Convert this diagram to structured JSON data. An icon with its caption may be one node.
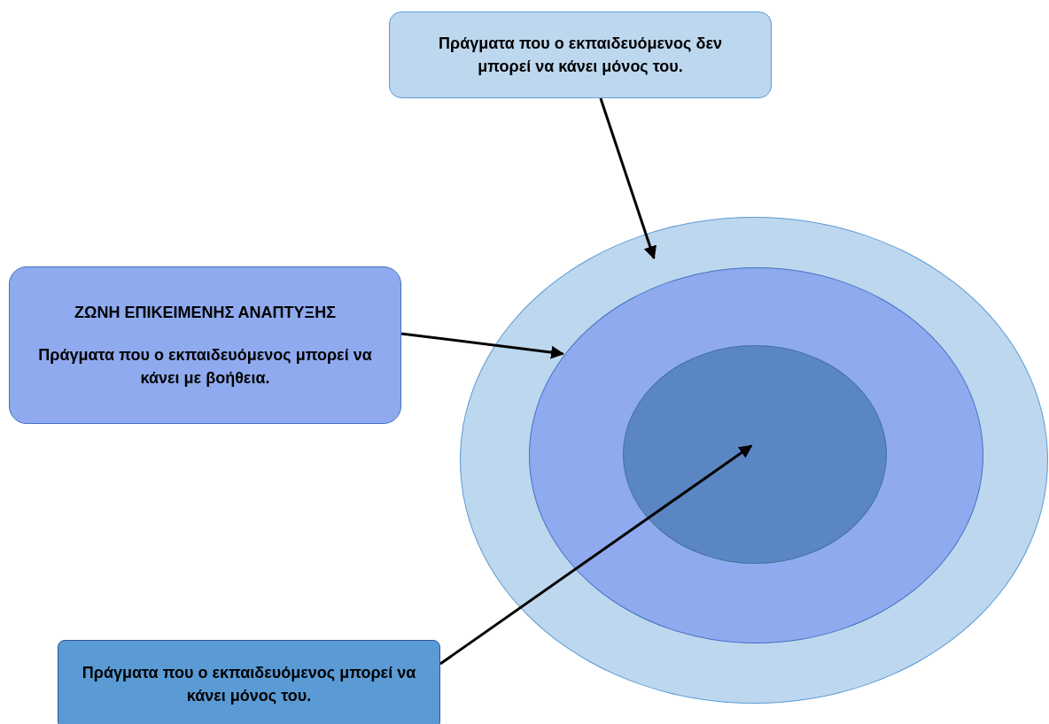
{
  "diagram": {
    "nodes": [
      {
        "text": [
          "Πράγματα που ο εκπαιδευόμενος δεν μπορεί να κάνει μόνος του."
        ]
      },
      {
        "text": [
          "ΖΩΝΗ ΕΠΙΚΕΙΜΕΝΗΣ ΑΝΑΠΤΥΞΗΣ",
          "Πράγματα που ο εκπαιδευόμενος μπορεί να κάνει με βοήθεια."
        ]
      },
      {
        "text": [],
        "shape": "ellipse"
      },
      {
        "text": [],
        "shape": "ellipse",
        "in": 2
      },
      {
        "text": [],
        "shape": "ellipse",
        "in": 3
      },
      {
        "text": [
          "Πράγματα που ο εκπαιδευόμενος μπορεί να κάνει μόνος του."
        ]
      }
    ],
    "edges": [
      {
        "from": 0,
        "to": 2,
        "arrow": "to"
      },
      {
        "from": 1,
        "to": 3,
        "arrow": "to"
      },
      {
        "from": 5,
        "to": 4,
        "arrow": "to"
      }
    ]
  }
}
